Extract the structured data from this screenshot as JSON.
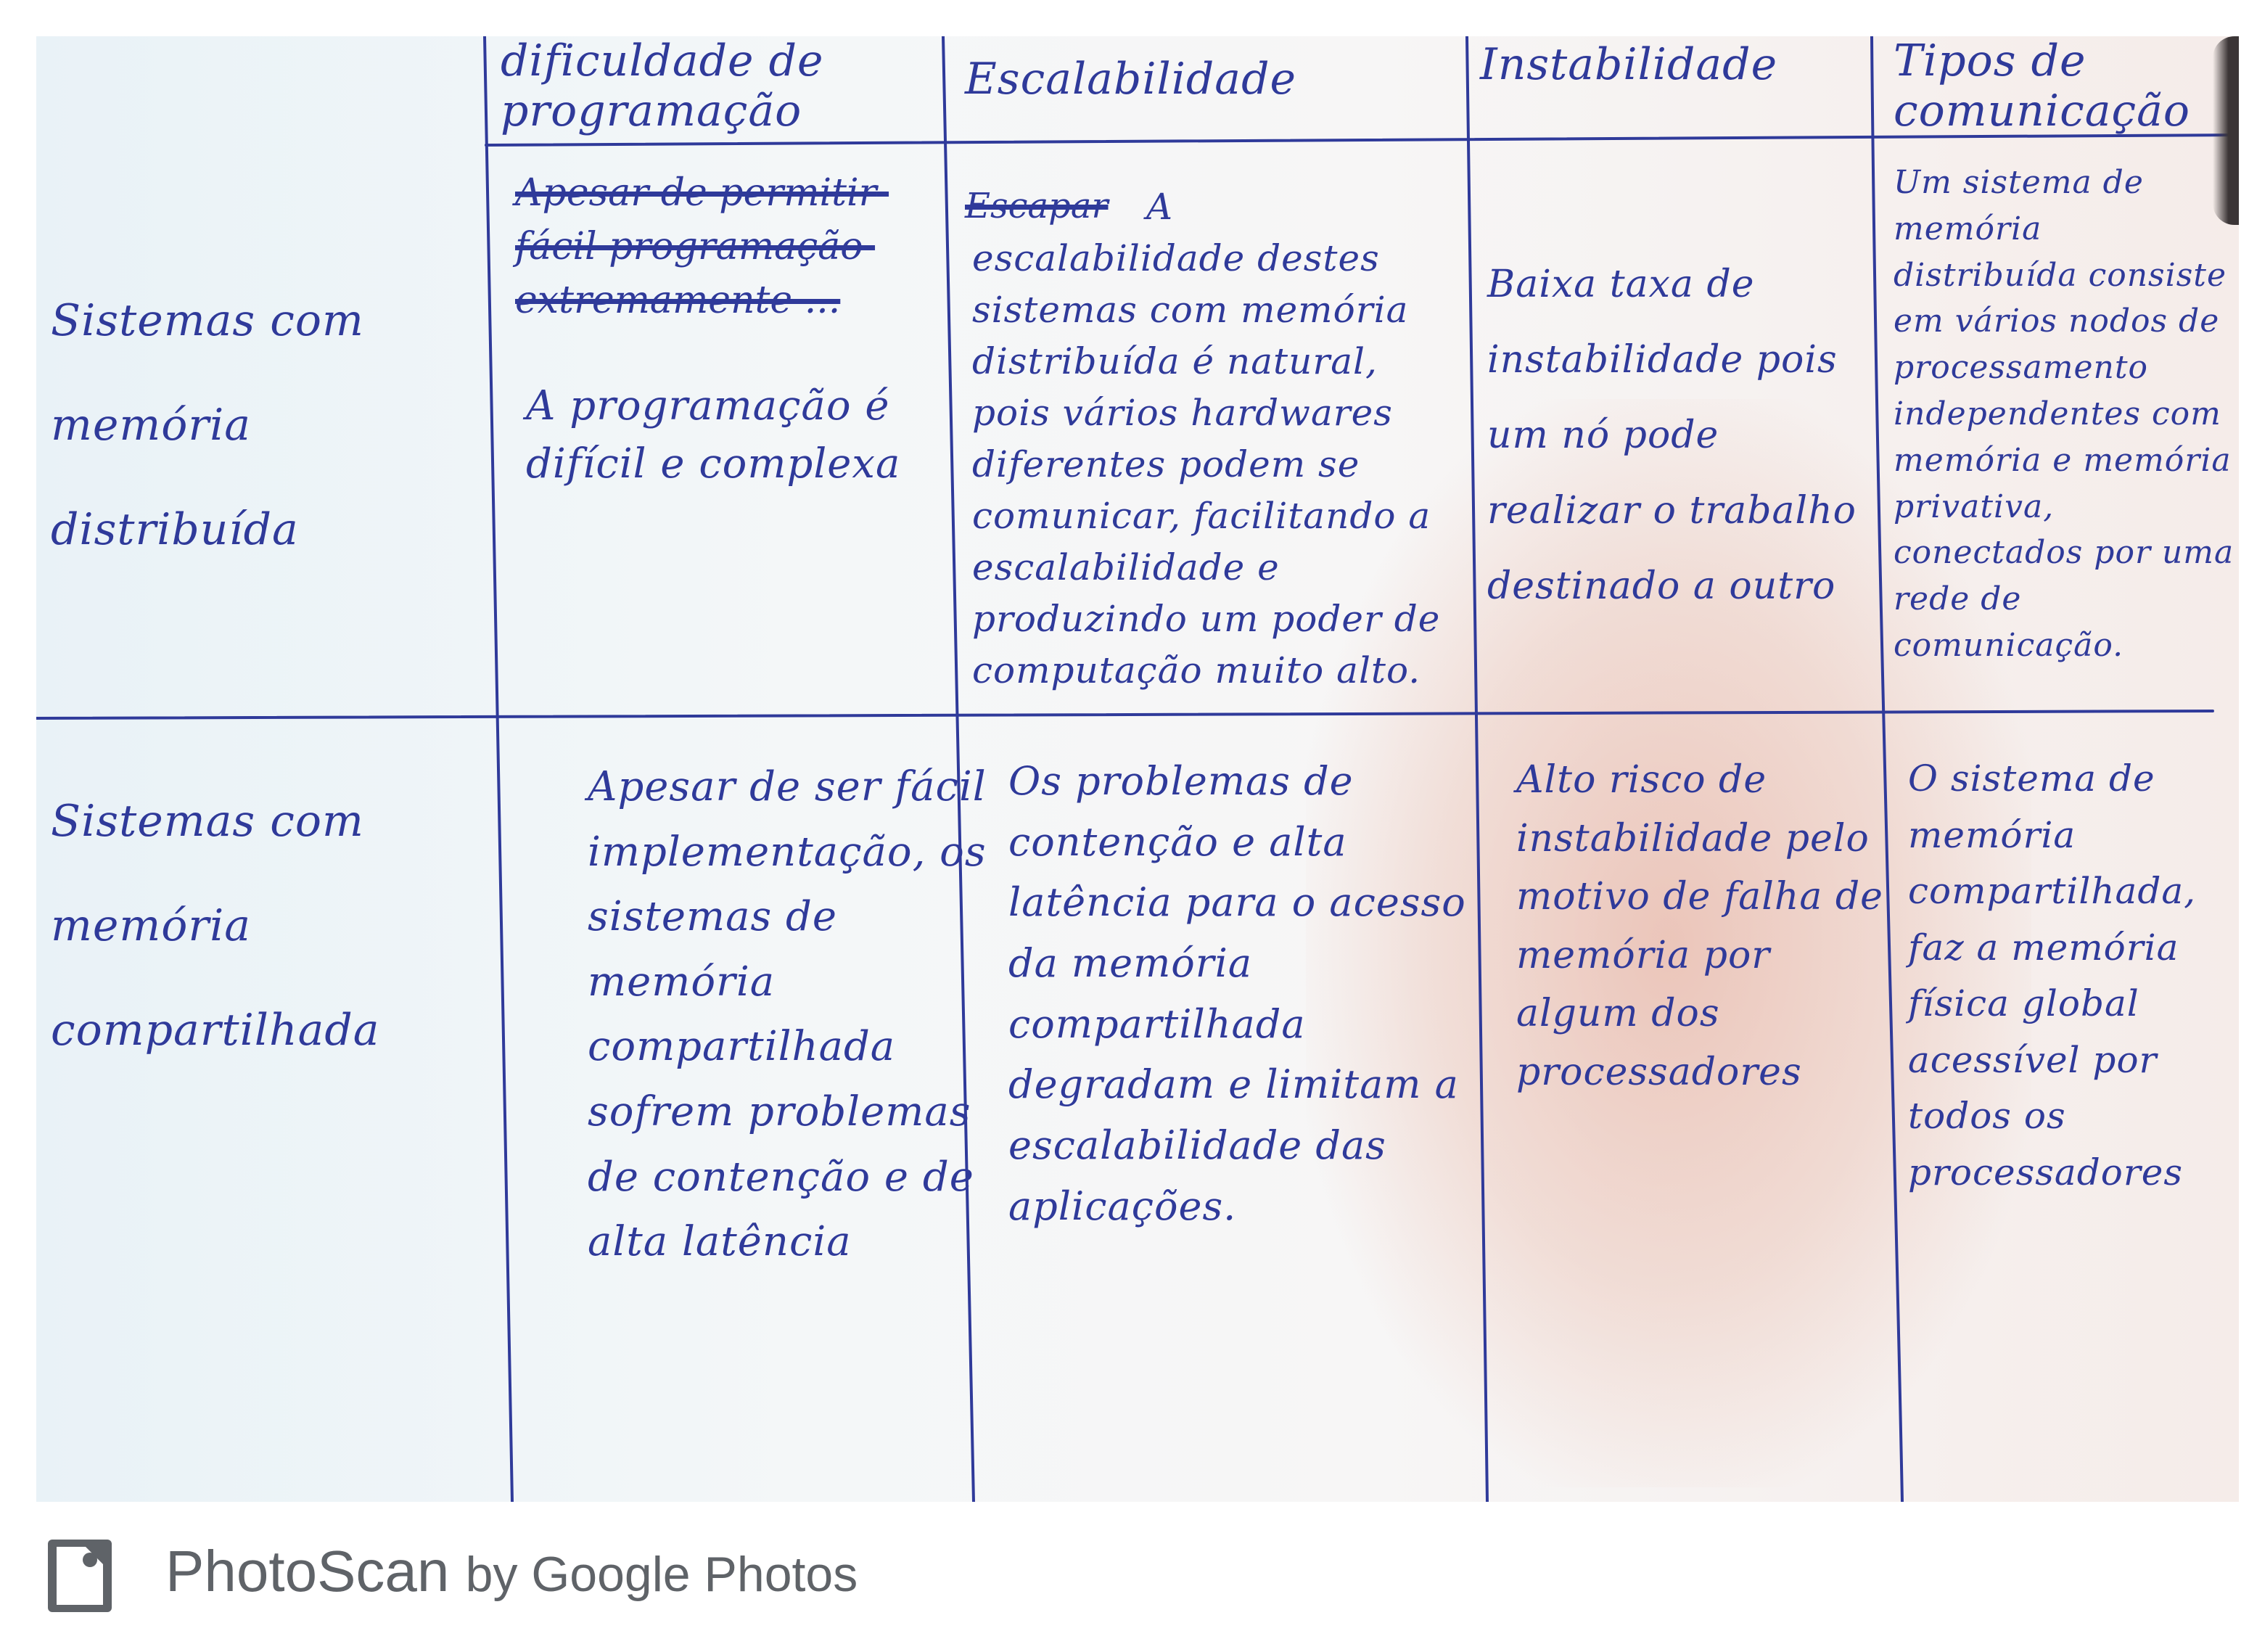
{
  "table": {
    "headers": [
      "dificuldade de programação",
      "Escalabilidade",
      "Instabilidade",
      "Tipos de comunicação"
    ],
    "rows": [
      {
        "label": "Sistemas com memória distribuída",
        "struck": "Apesar de permitir fácil programação extremamente ...",
        "struck_scal": "Escapar",
        "cells": [
          "A programação é difícil e complexa",
          "A escalabilidade destes sistemas com memória distribuída é natural, pois vários hardwares diferentes podem se comunicar, facilitando a escalabilidade e produzindo um poder de computação muito alto.",
          "Baixa taxa de instabilidade pois um nó pode realizar o trabalho destinado a outro",
          "Um sistema de memória distribuída consiste em vários nodos de processamento independentes com memória e memória privativa, conectados por uma rede de comunicação."
        ]
      },
      {
        "label": "Sistemas com memória compartilhada",
        "cells": [
          "Apesar de ser fácil implementação, os sistemas de memória compartilhada sofrem problemas de contenção e de alta latência",
          "Os problemas de contenção e alta latência para o acesso da memória compartilhada degradam e limitam a escalabilidade das aplicações.",
          "Alto risco de instabilidade pelo motivo de falha de memória por algum dos processadores",
          "O sistema de memória compartilhada, faz a memória física global acessível por todos os processadores"
        ]
      }
    ]
  },
  "footer": {
    "app_name": "PhotoScan",
    "by": "by Google Photos",
    "icon": "photoscan-logo-icon"
  },
  "colors": {
    "ink": "#2f3a9a",
    "paper": "#f4f7f8",
    "footer_text": "#5f6368"
  }
}
